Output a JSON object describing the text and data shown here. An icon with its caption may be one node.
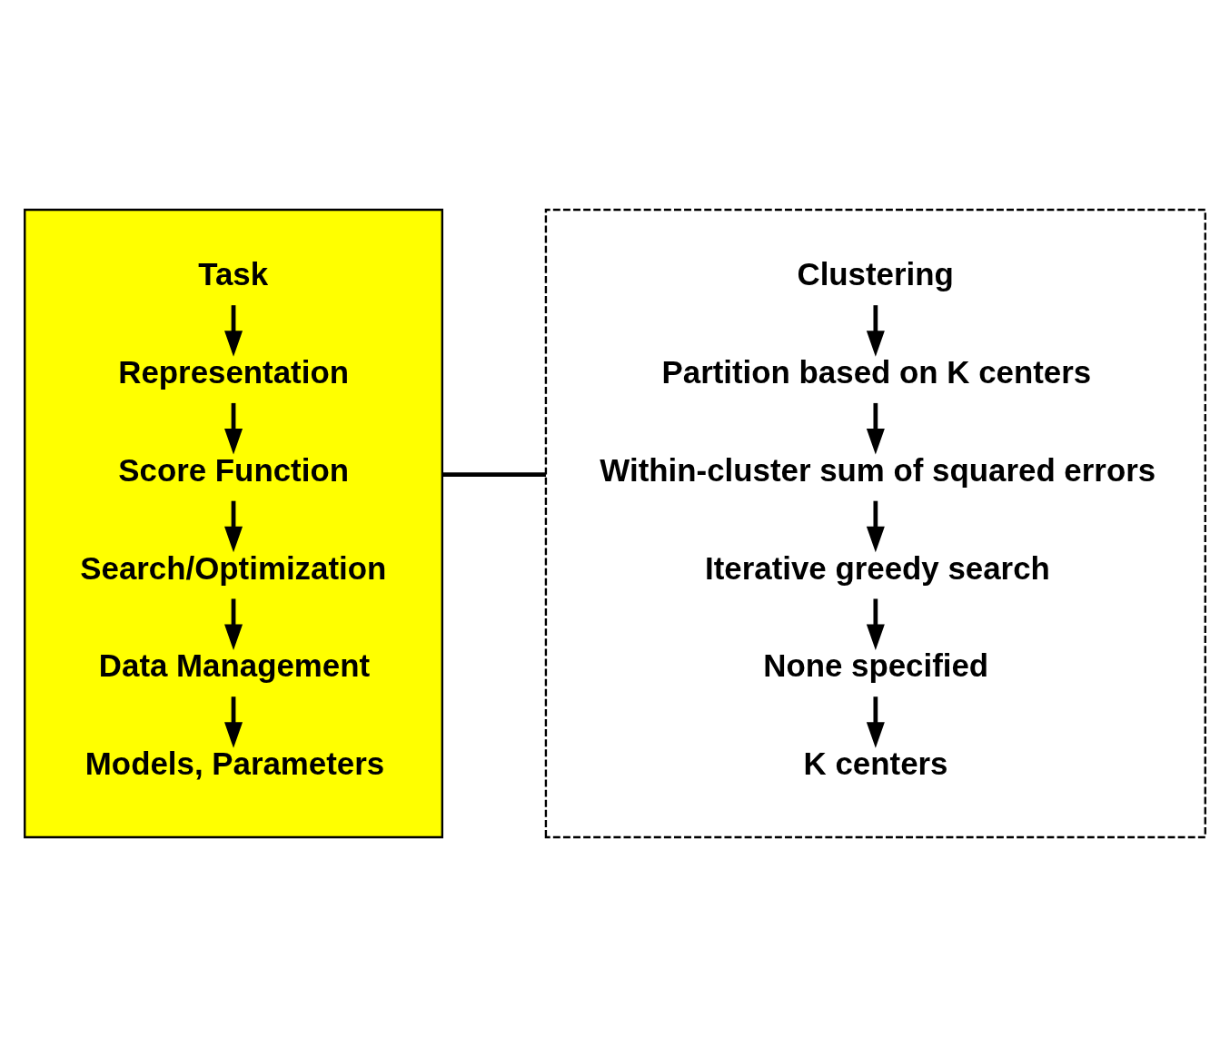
{
  "diagram": {
    "nodes": [
      {
        "text": [],
        "shape": "box"
      },
      {
        "text": [
          "Task"
        ],
        "in": 0
      },
      {
        "text": [
          "Representation"
        ],
        "in": 0
      },
      {
        "text": [
          "Score Function"
        ],
        "in": 0
      },
      {
        "text": [
          "Search/Optimization"
        ],
        "in": 0
      },
      {
        "text": [
          "Data Management"
        ],
        "in": 0
      },
      {
        "text": [
          "Models, Parameters"
        ],
        "in": 0
      },
      {
        "text": [],
        "shape": "box"
      },
      {
        "text": [
          "Clustering"
        ],
        "in": 7
      },
      {
        "text": [
          "Partition based on K centers"
        ],
        "in": 7
      },
      {
        "text": [
          "Within-cluster sum of squared errors"
        ],
        "in": 7
      },
      {
        "text": [
          "Iterative greedy search"
        ],
        "in": 7
      },
      {
        "text": [
          "None specified"
        ],
        "in": 7
      },
      {
        "text": [
          "K centers"
        ],
        "in": 7
      }
    ],
    "edges": [
      {
        "from": 1,
        "to": 2,
        "arrow": "to"
      },
      {
        "from": 2,
        "to": 3,
        "arrow": "to"
      },
      {
        "from": 3,
        "to": 4,
        "arrow": "to"
      },
      {
        "from": 4,
        "to": 5,
        "arrow": "to"
      },
      {
        "from": 5,
        "to": 6,
        "arrow": "to"
      },
      {
        "from": 8,
        "to": 9,
        "arrow": "to"
      },
      {
        "from": 9,
        "to": 10,
        "arrow": "to"
      },
      {
        "from": 10,
        "to": 11,
        "arrow": "to"
      },
      {
        "from": 11,
        "to": 12,
        "arrow": "to"
      },
      {
        "from": 12,
        "to": 13,
        "arrow": "to"
      },
      {
        "from": 0,
        "to": 7,
        "arrow": "none"
      }
    ]
  }
}
